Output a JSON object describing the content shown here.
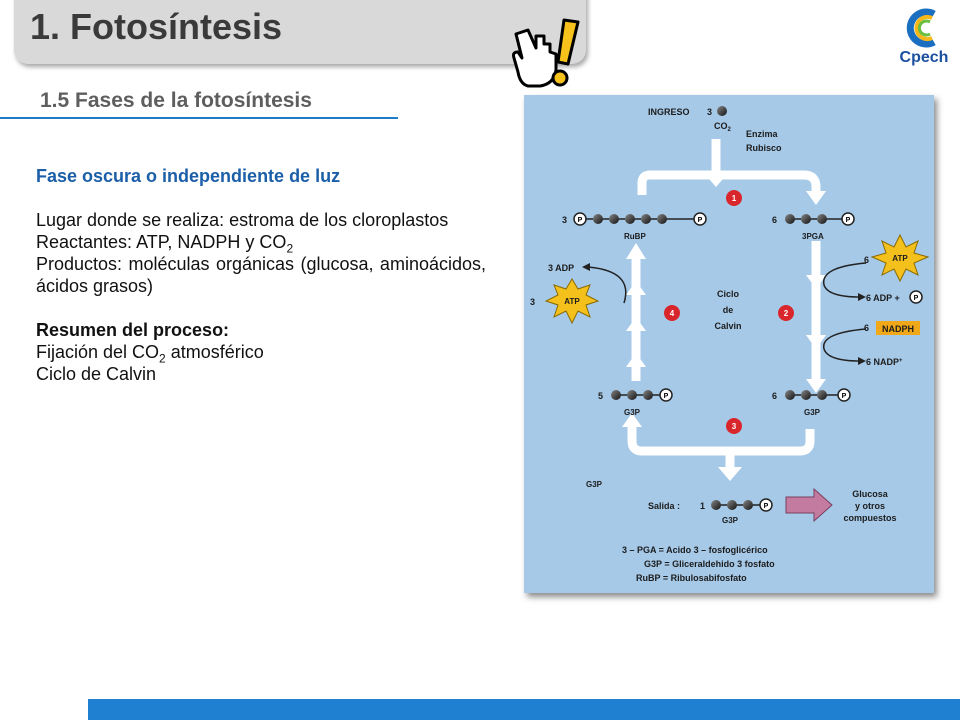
{
  "header": {
    "title": "1. Fotosíntesis",
    "subtitle": "1.5 Fases de la fotosíntesis",
    "logo_text": "Cpech"
  },
  "content": {
    "phase_title": "Fase oscura o independiente de luz",
    "place_label": "Lugar donde se realiza: estroma de los cloroplastos",
    "reactants_label": "Reactantes: ATP, NADPH y CO",
    "reactants_sub": "2",
    "products_label": "Productos: moléculas orgánicas (glucosa, aminoácidos, ácidos grasos)",
    "summary_title": "Resumen del proceso:",
    "summary_item1_pre": "Fijación del CO",
    "summary_item1_sub": "2",
    "summary_item1_post": " atmosférico",
    "summary_item2": "Ciclo de Calvin"
  },
  "diagram": {
    "ingreso": "INGRESO",
    "ingreso_count": "3",
    "co2": "CO",
    "co2_sub": "2",
    "enzyme_line1": "Enzima",
    "enzyme_line2": "Rubisco",
    "step1": "1",
    "step2": "2",
    "step3": "3",
    "step4": "4",
    "rubp_count": "3",
    "rubp_label": "RuBP",
    "pga_count": "6",
    "pga_label": "3PGA",
    "adp_left": "3 ADP",
    "atp_left_count": "3",
    "atp": "ATP",
    "center_line1": "Ciclo",
    "center_line2": "de",
    "center_line3": "Calvin",
    "atp_right_count": "6",
    "adp_right": "6 ADP +",
    "nadph_count": "6",
    "nadph": "NADPH",
    "nadp": "6 NADP",
    "nadp_sup": "+",
    "g3p_left_count": "5",
    "g3p_right_count": "6",
    "g3p": "G3P",
    "exit_label": "Salida :",
    "exit_count": "1",
    "products_line1": "Glucosa",
    "products_line2": "y otros",
    "products_line3": "compuestos",
    "p_label": "P",
    "legend1": "3 – PGA = Acido 3 – fosfoglicérico",
    "legend2": "G3P = Gliceraldehido 3 fosfato",
    "legend3": "RuBP = Ribulosabifosfato"
  },
  "colors": {
    "title_bar": "#d9d9d9",
    "accent_blue": "#1f7fd1",
    "diagram_bg": "#a6c9e8",
    "step_red": "#d9262c",
    "atp_yellow": "#f4c01c",
    "nadph_orange": "#f0a818",
    "output_arrow": "#c47ba0"
  }
}
